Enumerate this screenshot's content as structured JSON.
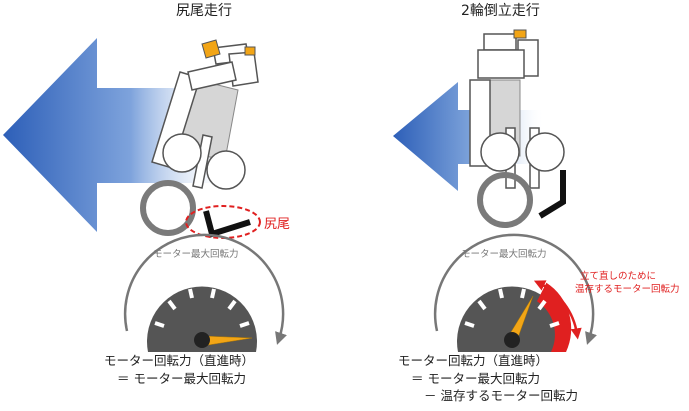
{
  "left_panel": {
    "title": "尻尾走行",
    "tail_label": "尻尾",
    "gauge_label": "モーター最大回転力",
    "caption_line1": "モーター回転力（直進時）",
    "caption_line2": "＝ モーター最大回転力"
  },
  "right_panel": {
    "title": "2輪倒立走行",
    "gauge_label": "モーター最大回転力",
    "reserve_note_line1": "立て直しのために",
    "reserve_note_line2": "温存するモーター回転力",
    "caption_line1": "モーター回転力（直進時）",
    "caption_line2": "＝ モーター最大回転力",
    "caption_line3": "－ 温存するモーター回転力"
  },
  "colors": {
    "arrow": "#3a6fc4",
    "gauge_face": "#555555",
    "needle": "#f2a516",
    "reserve_zone": "#e02020",
    "tail": "#111111",
    "tail_highlight": "#e02020"
  }
}
